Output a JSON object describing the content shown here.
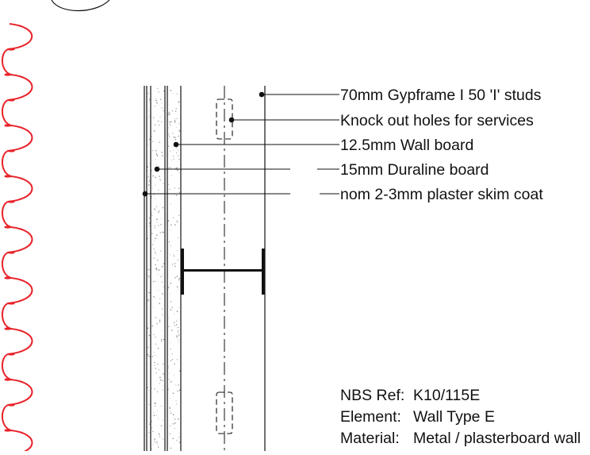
{
  "colors": {
    "line": "#111111",
    "revision_cloud": "#e8232a",
    "speckle": "#9a9a9a",
    "background": "#ffffff"
  },
  "annotations": [
    "70mm Gypframe I 50 'I' studs",
    "Knock out holes for services",
    "12.5mm Wall board",
    "15mm Duraline board",
    "nom 2-3mm plaster skim coat"
  ],
  "spec": {
    "rows": [
      {
        "key": "NBS Ref:",
        "value": "K10/115E"
      },
      {
        "key": "Element:",
        "value": "Wall Type E"
      },
      {
        "key": "Material:",
        "value": "Metal / plasterboard wall"
      }
    ]
  }
}
